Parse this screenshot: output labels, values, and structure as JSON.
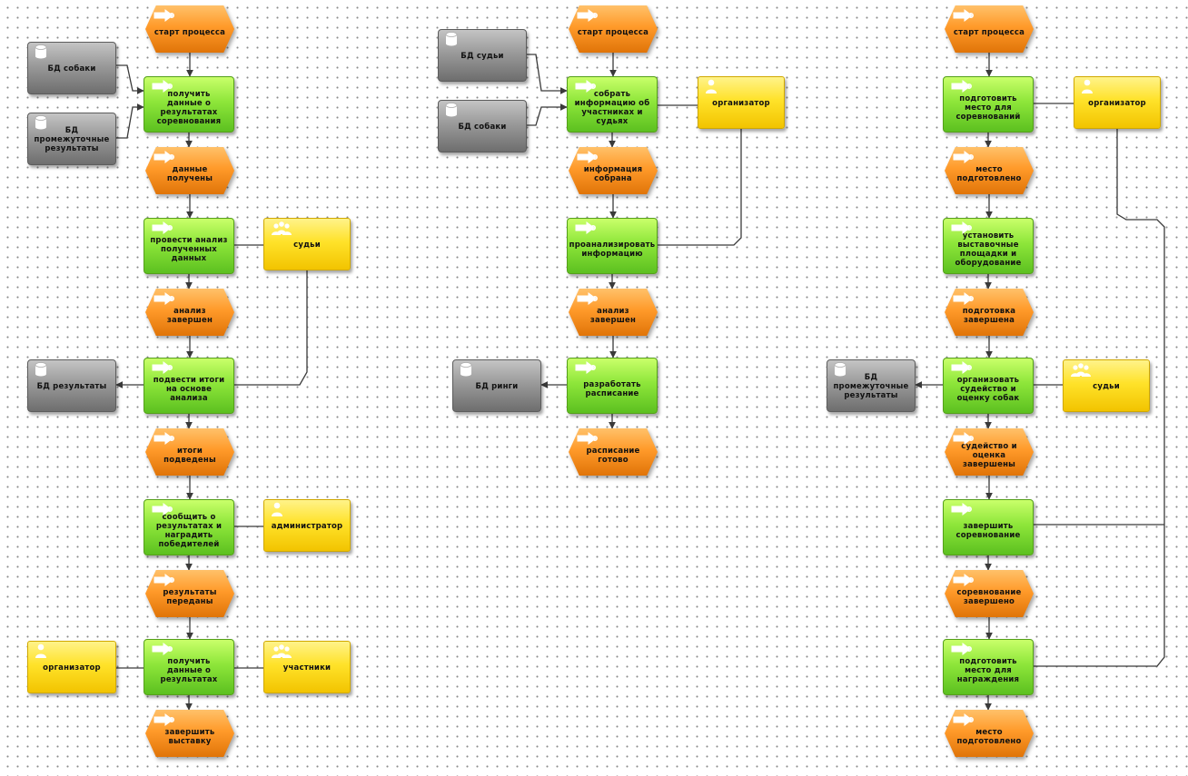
{
  "diagram": {
    "columns": [
      {
        "nodes": [
          {
            "type": "event",
            "label": "старт процесса"
          },
          {
            "type": "db",
            "label": "БД собаки"
          },
          {
            "type": "func",
            "label": "получить данные о результатах соревнования"
          },
          {
            "type": "db",
            "label": "БД промежуточные результаты"
          },
          {
            "type": "event",
            "label": "данные получены"
          },
          {
            "type": "func",
            "label": "провести анализ полученных данных"
          },
          {
            "type": "role",
            "label": "судьи",
            "role_kind": "group"
          },
          {
            "type": "event",
            "label": "анализ завершен"
          },
          {
            "type": "db",
            "label": "БД результаты"
          },
          {
            "type": "func",
            "label": "подвести итоги на основе анализа"
          },
          {
            "type": "event",
            "label": "итоги подведены"
          },
          {
            "type": "func",
            "label": "сообщить о результатах и наградить победителей"
          },
          {
            "type": "role",
            "label": "администратор",
            "role_kind": "person"
          },
          {
            "type": "event",
            "label": "результаты переданы"
          },
          {
            "type": "role",
            "label": "организатор",
            "role_kind": "person"
          },
          {
            "type": "func",
            "label": "получить данные о результатах"
          },
          {
            "type": "role",
            "label": "участники",
            "role_kind": "group"
          },
          {
            "type": "event",
            "label": "завершить выставку"
          }
        ]
      },
      {
        "nodes": [
          {
            "type": "event",
            "label": "старт процесса"
          },
          {
            "type": "db",
            "label": "БД судьи"
          },
          {
            "type": "func",
            "label": "собрать информацию об участниках и судьях"
          },
          {
            "type": "role",
            "label": "организатор",
            "role_kind": "person"
          },
          {
            "type": "db",
            "label": "БД собаки"
          },
          {
            "type": "event",
            "label": "информация собрана"
          },
          {
            "type": "func",
            "label": "проанализировать информацию"
          },
          {
            "type": "event",
            "label": "анализ завершен"
          },
          {
            "type": "db",
            "label": "БД ринги"
          },
          {
            "type": "func",
            "label": "разработать расписание"
          },
          {
            "type": "event",
            "label": "расписание готово"
          }
        ]
      },
      {
        "nodes": [
          {
            "type": "event",
            "label": "старт процесса"
          },
          {
            "type": "func",
            "label": "подготовить место для соревнований"
          },
          {
            "type": "role",
            "label": "организатор",
            "role_kind": "person"
          },
          {
            "type": "event",
            "label": "место подготовлено"
          },
          {
            "type": "func",
            "label": "установить выставочные площадки и оборудование"
          },
          {
            "type": "event",
            "label": "подготовка завершена"
          },
          {
            "type": "db",
            "label": "БД промежуточные результаты"
          },
          {
            "type": "func",
            "label": "организовать судейство и оценку собак"
          },
          {
            "type": "role",
            "label": "судьи",
            "role_kind": "group"
          },
          {
            "type": "event",
            "label": "судейство и оценка завершены"
          },
          {
            "type": "func",
            "label": "завершить соревнование"
          },
          {
            "type": "event",
            "label": "соревнование завершено"
          },
          {
            "type": "func",
            "label": "подготовить место для награждения"
          },
          {
            "type": "event",
            "label": "место подготовлено"
          }
        ]
      }
    ],
    "colors": {
      "function": "#7ddc2e",
      "event": "#ff9a2a",
      "database": "#9a9a9a",
      "role": "#ffe22a",
      "connector": "#3a3a3a"
    },
    "icons": {
      "event": "event-arrow-icon",
      "function": "function-arrow-icon",
      "database": "database-cylinder-icon",
      "person": "person-icon",
      "group": "group-icon"
    }
  }
}
